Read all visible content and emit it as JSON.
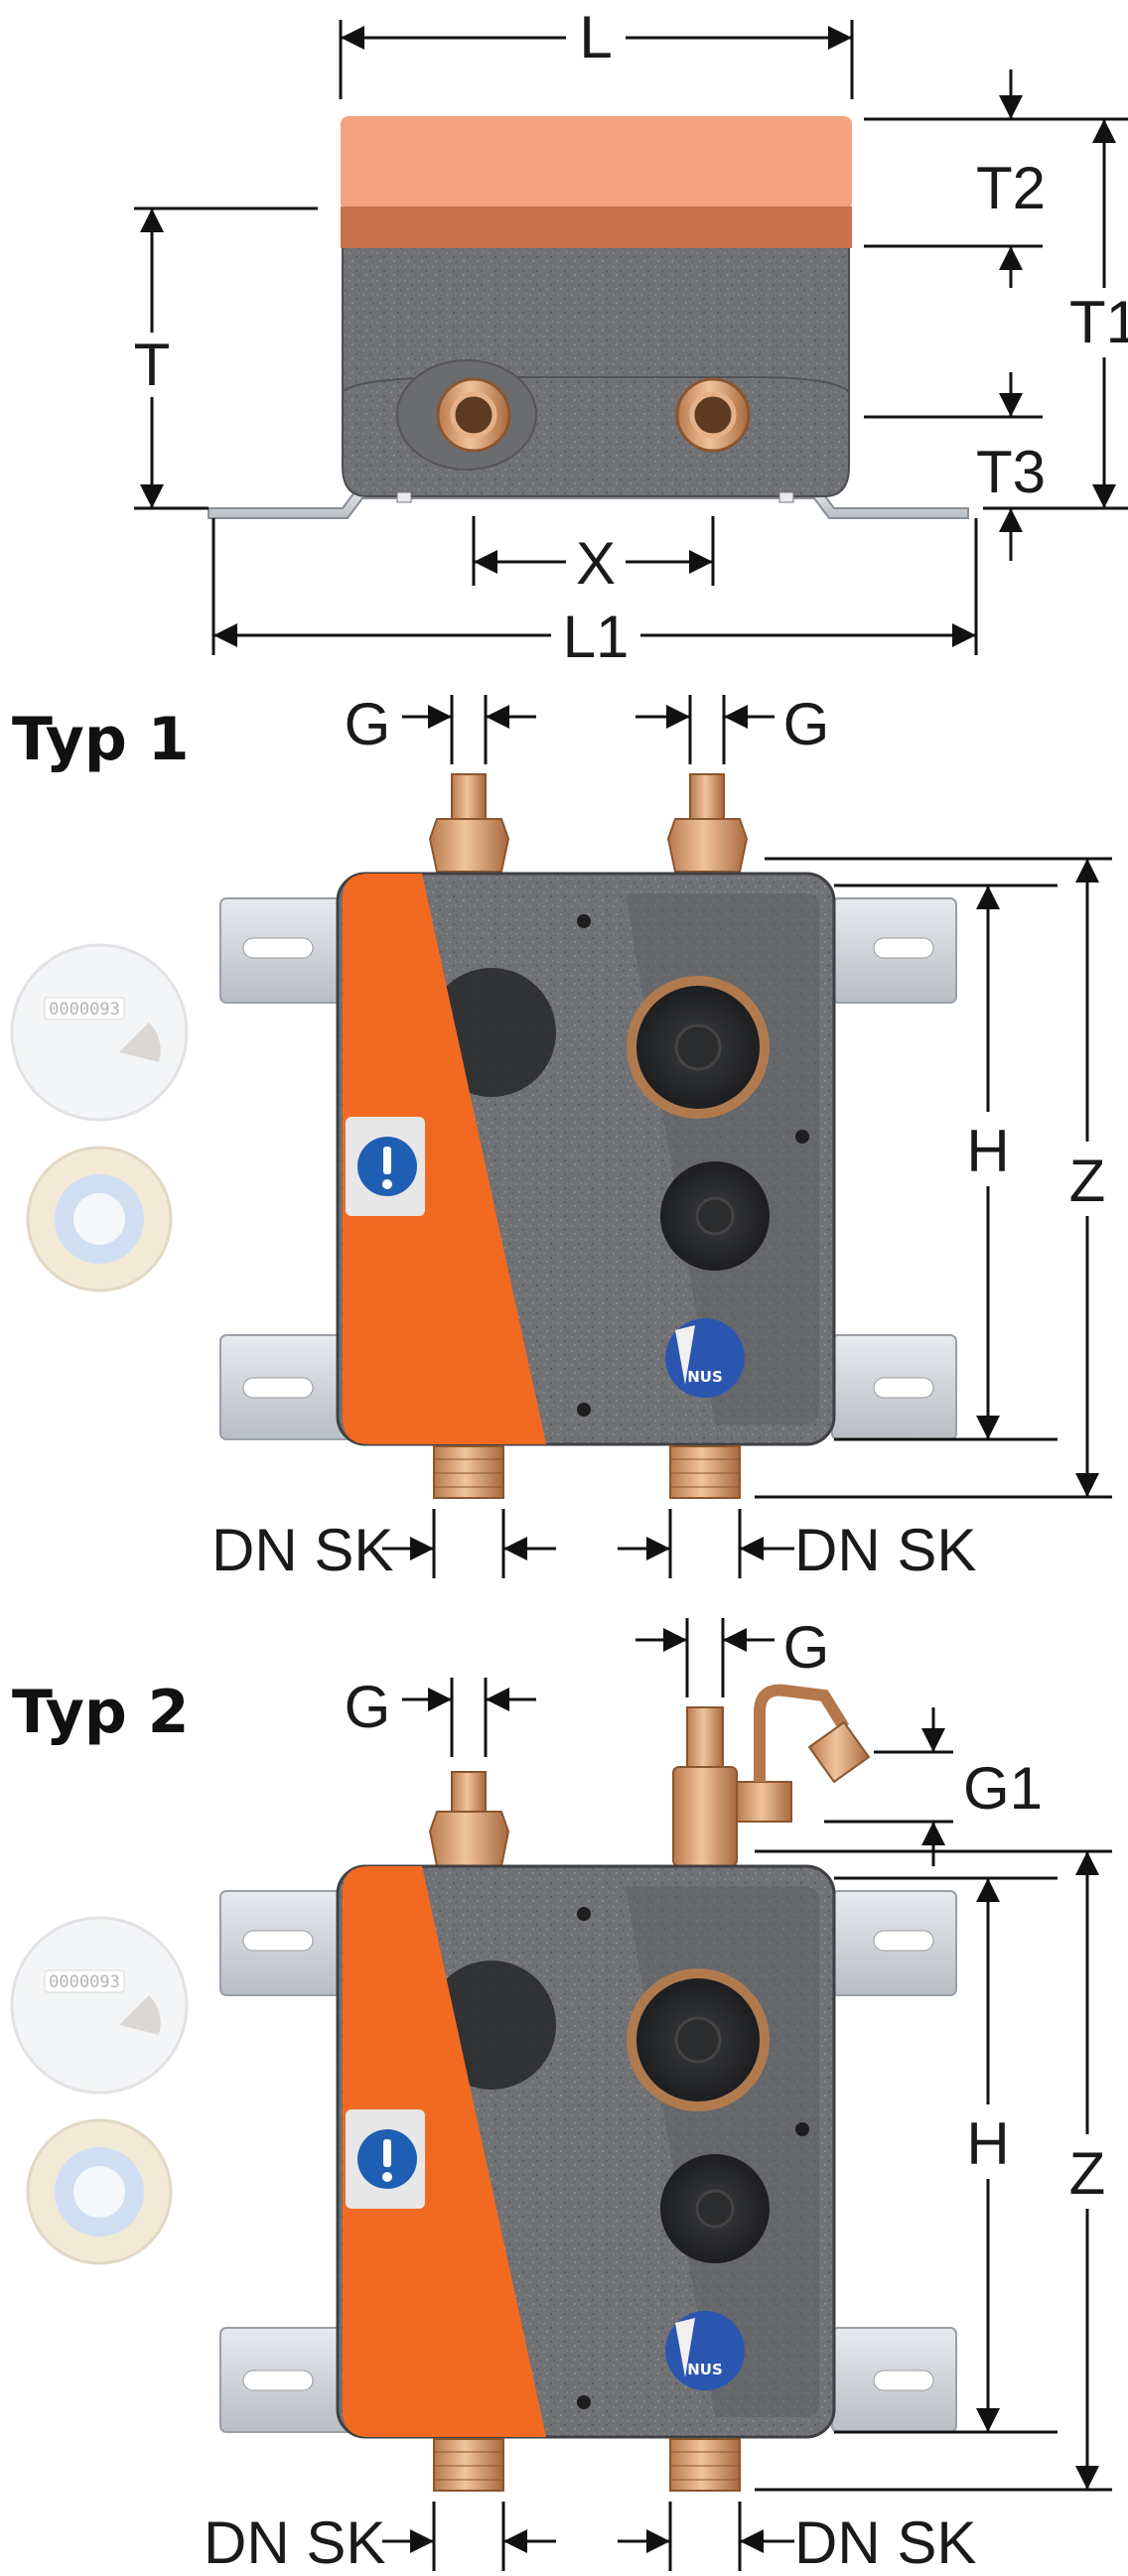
{
  "top_view": {
    "labels": {
      "L": "L",
      "L1": "L1",
      "T": "T",
      "T1": "T1",
      "T2": "T2",
      "T3": "T3",
      "X": "X"
    }
  },
  "typ1": {
    "title": "Typ 1",
    "labels": {
      "G_left": "G",
      "G_right": "G",
      "H": "H",
      "Z": "Z",
      "DN_left": "DN SK",
      "DN_right": "DN SK"
    },
    "brand": "NUS"
  },
  "typ2": {
    "title": "Typ 2",
    "labels": {
      "G_left": "G",
      "G_right": "G",
      "G1": "G1",
      "H": "H",
      "Z": "Z",
      "DN_left": "DN SK",
      "DN_right": "DN SK"
    },
    "brand": "NUS"
  },
  "meter": {
    "digits": "0000093"
  },
  "colors": {
    "orange": "#f26a21",
    "orange_light": "#f4a27f",
    "orange_dark": "#c9704d",
    "insulation": "#6f7174",
    "brass": "#d29a6a",
    "steel": "#cfd3d8",
    "info_blue": "#1f5fb3"
  }
}
